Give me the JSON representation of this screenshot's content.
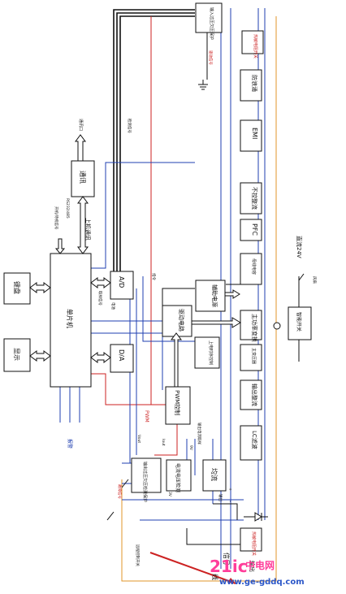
{
  "blocks": {
    "input_rectify": "输入过压欠压保护",
    "fuse_top": "热敏电阻开关",
    "surge": "防浪涌",
    "emi": "EMI",
    "bridge": "不控整流",
    "pfc": "PFC",
    "bus_cap": "母线电容",
    "aux_power": "辅助电源",
    "drive": "驱动电路",
    "main_transformer": "主功率变换",
    "transformer": "主变压器",
    "output_rect": "输出整流",
    "lc_filter": "LC滤波",
    "fuse_bottom": "热敏电阻开关",
    "ad": "A/D",
    "da": "D/A",
    "mcu": "单片机",
    "comm": "通讯",
    "keypad": "键盘",
    "display": "显示",
    "pwm": "PWM控制",
    "current_detect": "电流电压检测",
    "sense_protect": "输出过压欠压检测保护",
    "current_share": "均流",
    "cpu_protect": "上电时序控制",
    "smart_switch": "智能开关",
    "dc24": "直流24V"
  },
  "labels": {
    "upper_comm": "上机通讯",
    "pc_port": "RS232/485",
    "port_out": "通讯口",
    "power_on": "开机/待机信号",
    "alarm": "报警",
    "output": "输出",
    "sample_top": "检测信号",
    "drive_out": "驱动信号",
    "battery": "电池",
    "pwm_sig": "PWM",
    "f_tag": "故障信号",
    "vout": "Vout",
    "iout": "Iout",
    "remote": "远程控制开关",
    "cap_note": "输出电流取样",
    "nine_v": "9V",
    "fan": "风扇",
    "sig": "取样信号",
    "out_tag": "输出",
    "plus_mark": "+",
    "minus_mark": "-",
    "three_v": "3V",
    "cmd": "指令",
    "bottom_road": "信号",
    "bottom_word": "线"
  },
  "watermark": {
    "brand": "21ic",
    "brand_cn": "中电网",
    "url": "www.ge-gddq.com"
  },
  "colors": {
    "black": "#111111",
    "blue": "#1f3fb0",
    "red": "#cc2222",
    "orange": "#e0962a",
    "magenta": "#ff3d9a"
  }
}
